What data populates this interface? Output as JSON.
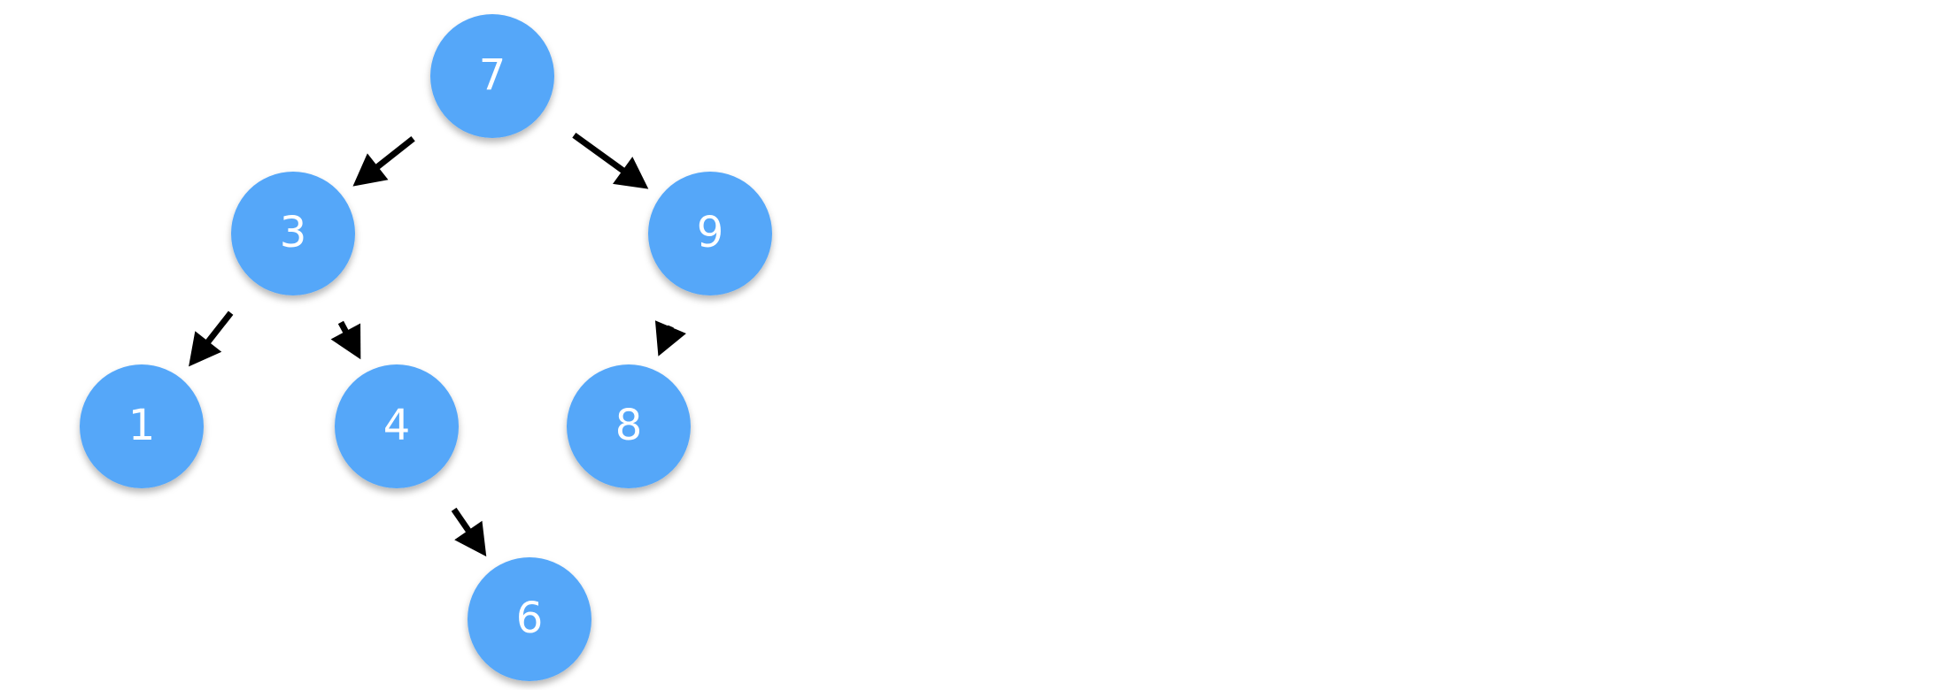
{
  "diagram": {
    "type": "binary-search-tree",
    "colors": {
      "background": "#ffffff",
      "node_fill": "#55a7f9",
      "node_text": "#ffffff",
      "edge": "#000000"
    },
    "nodes": [
      {
        "id": "n7",
        "label": "7"
      },
      {
        "id": "n3",
        "label": "3"
      },
      {
        "id": "n9",
        "label": "9"
      },
      {
        "id": "n1",
        "label": "1"
      },
      {
        "id": "n4",
        "label": "4"
      },
      {
        "id": "n8",
        "label": "8"
      },
      {
        "id": "n6",
        "label": "6"
      }
    ],
    "edges": [
      {
        "from": "n7",
        "to": "n3"
      },
      {
        "from": "n7",
        "to": "n9"
      },
      {
        "from": "n3",
        "to": "n1"
      },
      {
        "from": "n3",
        "to": "n4"
      },
      {
        "from": "n9",
        "to": "n8"
      },
      {
        "from": "n4",
        "to": "n6"
      }
    ]
  }
}
